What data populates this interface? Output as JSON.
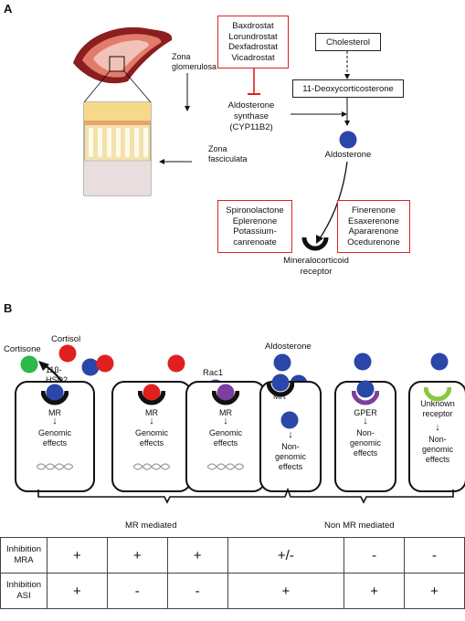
{
  "panel_a": {
    "letter": "A",
    "zona_glomerulosa": [
      "Zona",
      "glomerulosa"
    ],
    "zona_fasciculata": [
      "Zona",
      "fasciculata"
    ],
    "asi_drugs": [
      "Baxdrostat",
      "Lorundrostat",
      "Dexfadrostat",
      "Vicadrostat"
    ],
    "enzyme": [
      "Aldosterone",
      "synthase",
      "(CYP11B2)"
    ],
    "cholesterol": "Cholesterol",
    "precursor": "11-Deoxycorticosterone",
    "aldosterone": "Aldosterone",
    "steroidal_mra": [
      "Spironolactone",
      "Eplerenone",
      "Potassium-",
      "canrenoate"
    ],
    "nonsteroidal_mra": [
      "Finerenone",
      "Esaxerenone",
      "Apararenone",
      "Ocedurenone"
    ],
    "receptor": [
      "Mineralocorticoid",
      "receptor"
    ]
  },
  "panel_b": {
    "letter": "B",
    "cortisone": "Cortisone",
    "cortisol": "Cortisol",
    "hsd": [
      "11β-",
      "HSD2"
    ],
    "rac1": "Rac1",
    "aldosterone": "Aldosterone",
    "cells": [
      {
        "receptor": "MR",
        "effect": [
          "Genomic",
          "effects"
        ]
      },
      {
        "receptor": "MR",
        "effect": [
          "Genomic",
          "effects"
        ]
      },
      {
        "receptor": "MR",
        "effect": [
          "Genomic",
          "effects"
        ]
      },
      {
        "receptor": "MR",
        "effect": [
          "Non-",
          "genomic",
          "effects"
        ]
      },
      {
        "receptor": "GPER",
        "effect": [
          "Non-",
          "genomic",
          "effects"
        ]
      },
      {
        "receptor": [
          "Unknown",
          "receptor"
        ],
        "effect": [
          "Non-",
          "genomic",
          "effects"
        ]
      }
    ],
    "group_mr": "MR mediated",
    "group_non_mr": "Non MR mediated"
  },
  "table": {
    "rows": [
      {
        "header": [
          "Inhibition",
          "MRA"
        ],
        "values": [
          "+",
          "+",
          "+",
          "+/-",
          "-",
          "-"
        ]
      },
      {
        "header": [
          "Inhibition",
          "ASI"
        ],
        "values": [
          "+",
          "-",
          "-",
          "+",
          "+",
          "+"
        ]
      }
    ]
  },
  "colors": {
    "red_box": "#dd2222",
    "aldosterone_blue": "#2a46a8",
    "cortisol_red": "#e02020",
    "cortisone_green": "#2db84a",
    "rac1_purple": "#7a3fa0",
    "gper_purple": "#7d3f98",
    "unknown_green": "#8cc63f"
  }
}
